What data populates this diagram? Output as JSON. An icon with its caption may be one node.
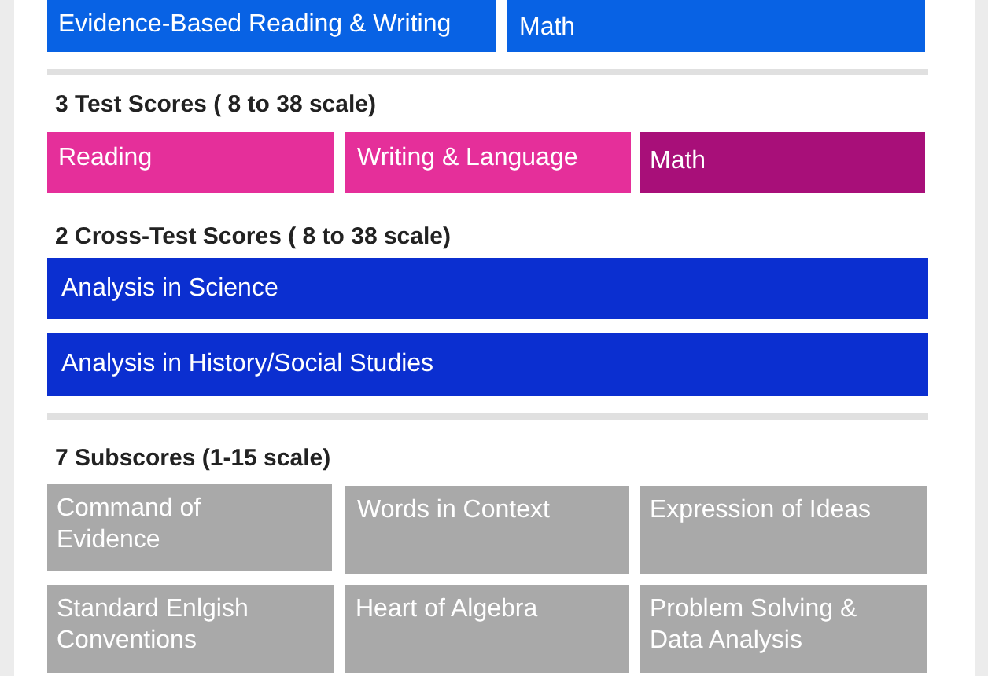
{
  "diagram": {
    "nodes": [
      {
        "text": [
          "Evidence-Based Reading & Writing"
        ]
      },
      {
        "text": [
          "Math"
        ]
      },
      {
        "text": [
          "Reading"
        ]
      },
      {
        "text": [
          "Writing & Language"
        ]
      },
      {
        "text": [
          "Math"
        ]
      },
      {
        "text": [
          "Analysis in Science"
        ]
      },
      {
        "text": [
          "Analysis in History/Social Studies"
        ]
      },
      {
        "text": [
          "Command of Evidence"
        ]
      },
      {
        "text": [
          "Words in Context"
        ]
      },
      {
        "text": [
          "Expression of Ideas"
        ]
      },
      {
        "text": [
          "Standard Enlgish Conventions"
        ]
      },
      {
        "text": [
          "Heart of Algebra"
        ]
      },
      {
        "text": [
          "Problem Solving & Data Analysis"
        ]
      }
    ],
    "labels": [
      "3 Test Scores ( 8 to 38 scale)",
      "2 Cross-Test Scores ( 8 to 38 scale)",
      "7 Subscores (1-15 scale)"
    ]
  }
}
